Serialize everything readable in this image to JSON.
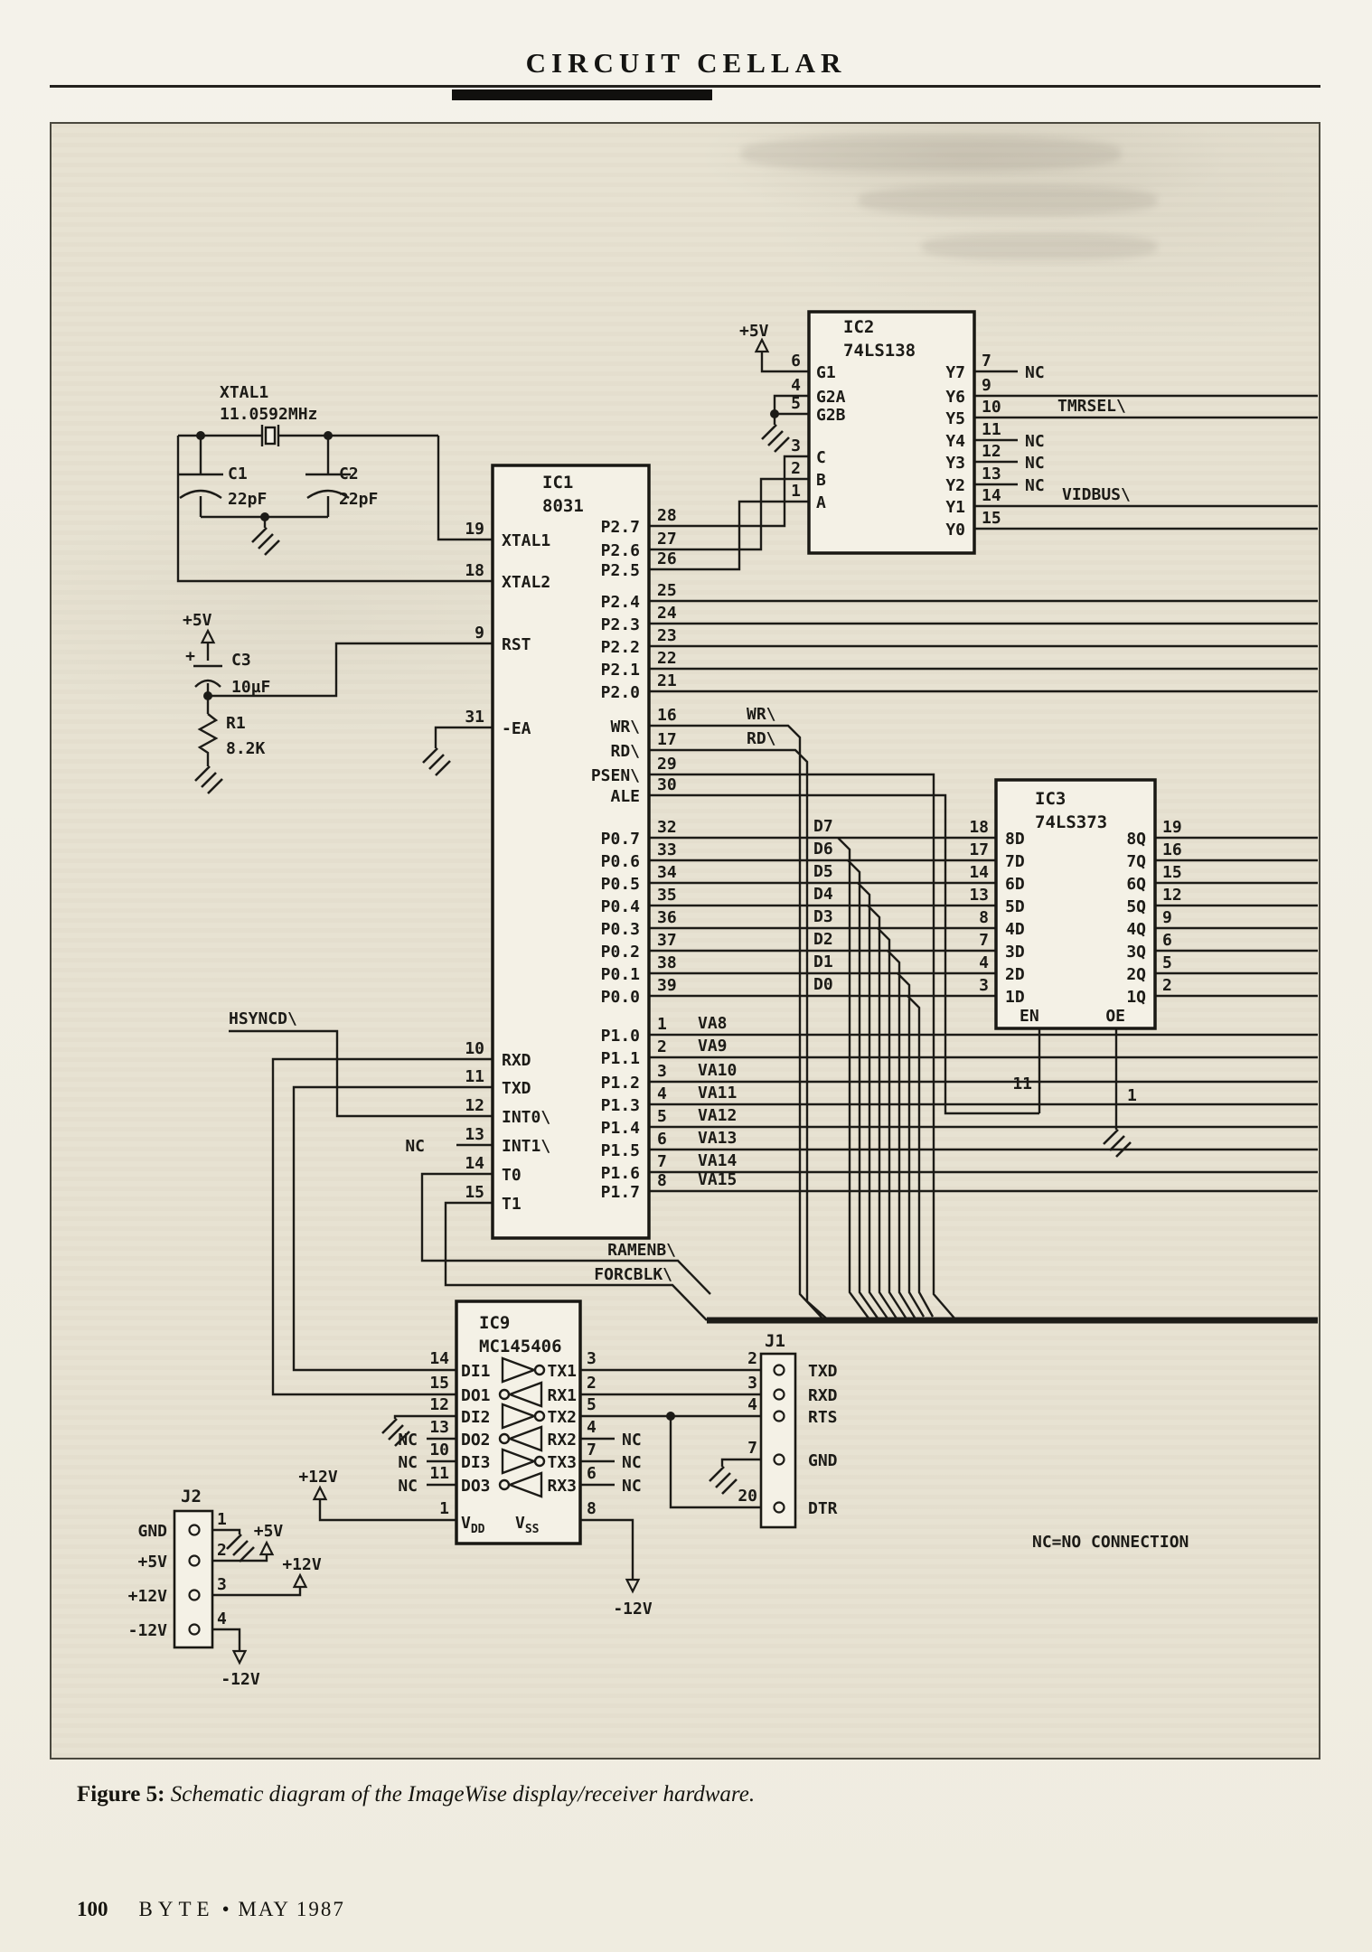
{
  "header": {
    "title": "CIRCUIT CELLAR"
  },
  "caption": {
    "label": "Figure 5:",
    "text": "Schematic diagram of the ImageWise display/receiver hardware."
  },
  "footer": {
    "page": "100",
    "brand": "BYTE",
    "tail": "• MAY 1987"
  },
  "note": {
    "nc_legend": "NC=NO CONNECTION"
  },
  "sig": {
    "nc": "NC",
    "hsyncd": "HSYNCD\\",
    "ramenb": "RAMENB\\",
    "forcblk": "FORCBLK\\",
    "tmrsel": "TMRSEL\\",
    "vidbus": "VIDBUS\\",
    "wr": "WR\\",
    "rd": "RD\\"
  },
  "pwr": {
    "p5": "+5V",
    "p12": "+12V",
    "m12": "-12V"
  },
  "xtal": {
    "ref": "XTAL1",
    "freq": "11.0592MHz"
  },
  "c1": {
    "ref": "C1",
    "val": "22pF"
  },
  "c2": {
    "ref": "C2",
    "val": "22pF"
  },
  "c3": {
    "ref": "C3",
    "val": "10µF",
    "pol": "+"
  },
  "r1": {
    "ref": "R1",
    "val": "8.2K"
  },
  "ic1": {
    "ref": "IC1",
    "part": "8031",
    "lp": [
      {
        "n": "19",
        "s": "XTAL1"
      },
      {
        "n": "18",
        "s": "XTAL2"
      },
      {
        "n": "9",
        "s": "RST"
      },
      {
        "n": "31",
        "s": "-EA"
      },
      {
        "n": "10",
        "s": "RXD"
      },
      {
        "n": "11",
        "s": "TXD"
      },
      {
        "n": "12",
        "s": "INT0\\"
      },
      {
        "n": "13",
        "s": "INT1\\"
      },
      {
        "n": "14",
        "s": "T0"
      },
      {
        "n": "15",
        "s": "T1"
      }
    ],
    "rp": [
      {
        "n": "28",
        "s": "P2.7"
      },
      {
        "n": "27",
        "s": "P2.6"
      },
      {
        "n": "26",
        "s": "P2.5"
      },
      {
        "n": "25",
        "s": "P2.4"
      },
      {
        "n": "24",
        "s": "P2.3"
      },
      {
        "n": "23",
        "s": "P2.2"
      },
      {
        "n": "22",
        "s": "P2.1"
      },
      {
        "n": "21",
        "s": "P2.0"
      },
      {
        "n": "16",
        "s": "WR\\"
      },
      {
        "n": "17",
        "s": "RD\\"
      },
      {
        "n": "29",
        "s": "PSEN\\"
      },
      {
        "n": "30",
        "s": "ALE"
      },
      {
        "n": "32",
        "s": "P0.7",
        "l": "D7"
      },
      {
        "n": "33",
        "s": "P0.6",
        "l": "D6"
      },
      {
        "n": "34",
        "s": "P0.5",
        "l": "D5"
      },
      {
        "n": "35",
        "s": "P0.4",
        "l": "D4"
      },
      {
        "n": "36",
        "s": "P0.3",
        "l": "D3"
      },
      {
        "n": "37",
        "s": "P0.2",
        "l": "D2"
      },
      {
        "n": "38",
        "s": "P0.1",
        "l": "D1"
      },
      {
        "n": "39",
        "s": "P0.0",
        "l": "D0"
      },
      {
        "n": "1",
        "s": "P1.0",
        "l": "VA8"
      },
      {
        "n": "2",
        "s": "P1.1",
        "l": "VA9"
      },
      {
        "n": "3",
        "s": "P1.2",
        "l": "VA10"
      },
      {
        "n": "4",
        "s": "P1.3",
        "l": "VA11"
      },
      {
        "n": "5",
        "s": "P1.4",
        "l": "VA12"
      },
      {
        "n": "6",
        "s": "P1.5",
        "l": "VA13"
      },
      {
        "n": "7",
        "s": "P1.6",
        "l": "VA14"
      },
      {
        "n": "8",
        "s": "P1.7",
        "l": "VA15"
      }
    ]
  },
  "ic2": {
    "ref": "IC2",
    "part": "74LS138",
    "lp": [
      {
        "n": "6",
        "s": "G1"
      },
      {
        "n": "4",
        "s": "G2A"
      },
      {
        "n": "5",
        "s": "G2B"
      },
      {
        "n": "3",
        "s": "C"
      },
      {
        "n": "2",
        "s": "B"
      },
      {
        "n": "1",
        "s": "A"
      }
    ],
    "rp": [
      {
        "n": "7",
        "s": "Y7"
      },
      {
        "n": "9",
        "s": "Y6"
      },
      {
        "n": "10",
        "s": "Y5"
      },
      {
        "n": "11",
        "s": "Y4"
      },
      {
        "n": "12",
        "s": "Y3"
      },
      {
        "n": "13",
        "s": "Y2"
      },
      {
        "n": "14",
        "s": "Y1"
      },
      {
        "n": "15",
        "s": "Y0"
      }
    ]
  },
  "ic3": {
    "ref": "IC3",
    "part": "74LS373",
    "inp": [
      {
        "n": "18",
        "s": "8D"
      },
      {
        "n": "17",
        "s": "7D"
      },
      {
        "n": "14",
        "s": "6D"
      },
      {
        "n": "13",
        "s": "5D"
      },
      {
        "n": "8",
        "s": "4D"
      },
      {
        "n": "7",
        "s": "3D"
      },
      {
        "n": "4",
        "s": "2D"
      },
      {
        "n": "3",
        "s": "1D"
      }
    ],
    "out": [
      {
        "n": "19",
        "s": "8Q"
      },
      {
        "n": "16",
        "s": "7Q"
      },
      {
        "n": "15",
        "s": "6Q"
      },
      {
        "n": "12",
        "s": "5Q"
      },
      {
        "n": "9",
        "s": "4Q"
      },
      {
        "n": "6",
        "s": "3Q"
      },
      {
        "n": "5",
        "s": "2Q"
      },
      {
        "n": "2",
        "s": "1Q"
      }
    ],
    "en": {
      "n": "11",
      "s": "EN"
    },
    "oe": {
      "n": "1",
      "s": "OE"
    }
  },
  "ic9": {
    "ref": "IC9",
    "part": "MC145406",
    "lp": [
      {
        "n": "14",
        "s": "DI1"
      },
      {
        "n": "15",
        "s": "DO1"
      },
      {
        "n": "12",
        "s": "DI2"
      },
      {
        "n": "13",
        "s": "DO2"
      },
      {
        "n": "10",
        "s": "DI3"
      },
      {
        "n": "11",
        "s": "DO3"
      }
    ],
    "rp": [
      {
        "n": "3",
        "s": "TX1"
      },
      {
        "n": "2",
        "s": "RX1"
      },
      {
        "n": "5",
        "s": "TX2"
      },
      {
        "n": "4",
        "s": "RX2"
      },
      {
        "n": "7",
        "s": "TX3"
      },
      {
        "n": "6",
        "s": "RX3"
      }
    ],
    "vdd": {
      "n": "1",
      "v": "V",
      "sub": "DD"
    },
    "vss": {
      "n": "8",
      "v": "V",
      "sub": "SS"
    }
  },
  "j1": {
    "ref": "J1",
    "pins": [
      {
        "n": "2",
        "l": "TXD"
      },
      {
        "n": "3",
        "l": "RXD"
      },
      {
        "n": "4",
        "l": "RTS"
      },
      {
        "n": "7",
        "l": "GND"
      },
      {
        "n": "20",
        "l": "DTR"
      }
    ]
  },
  "j2": {
    "ref": "J2",
    "pins": [
      {
        "n": "1",
        "l": "GND"
      },
      {
        "n": "2",
        "l": "+5V"
      },
      {
        "n": "3",
        "l": "+12V"
      },
      {
        "n": "4",
        "l": "-12V"
      }
    ]
  }
}
